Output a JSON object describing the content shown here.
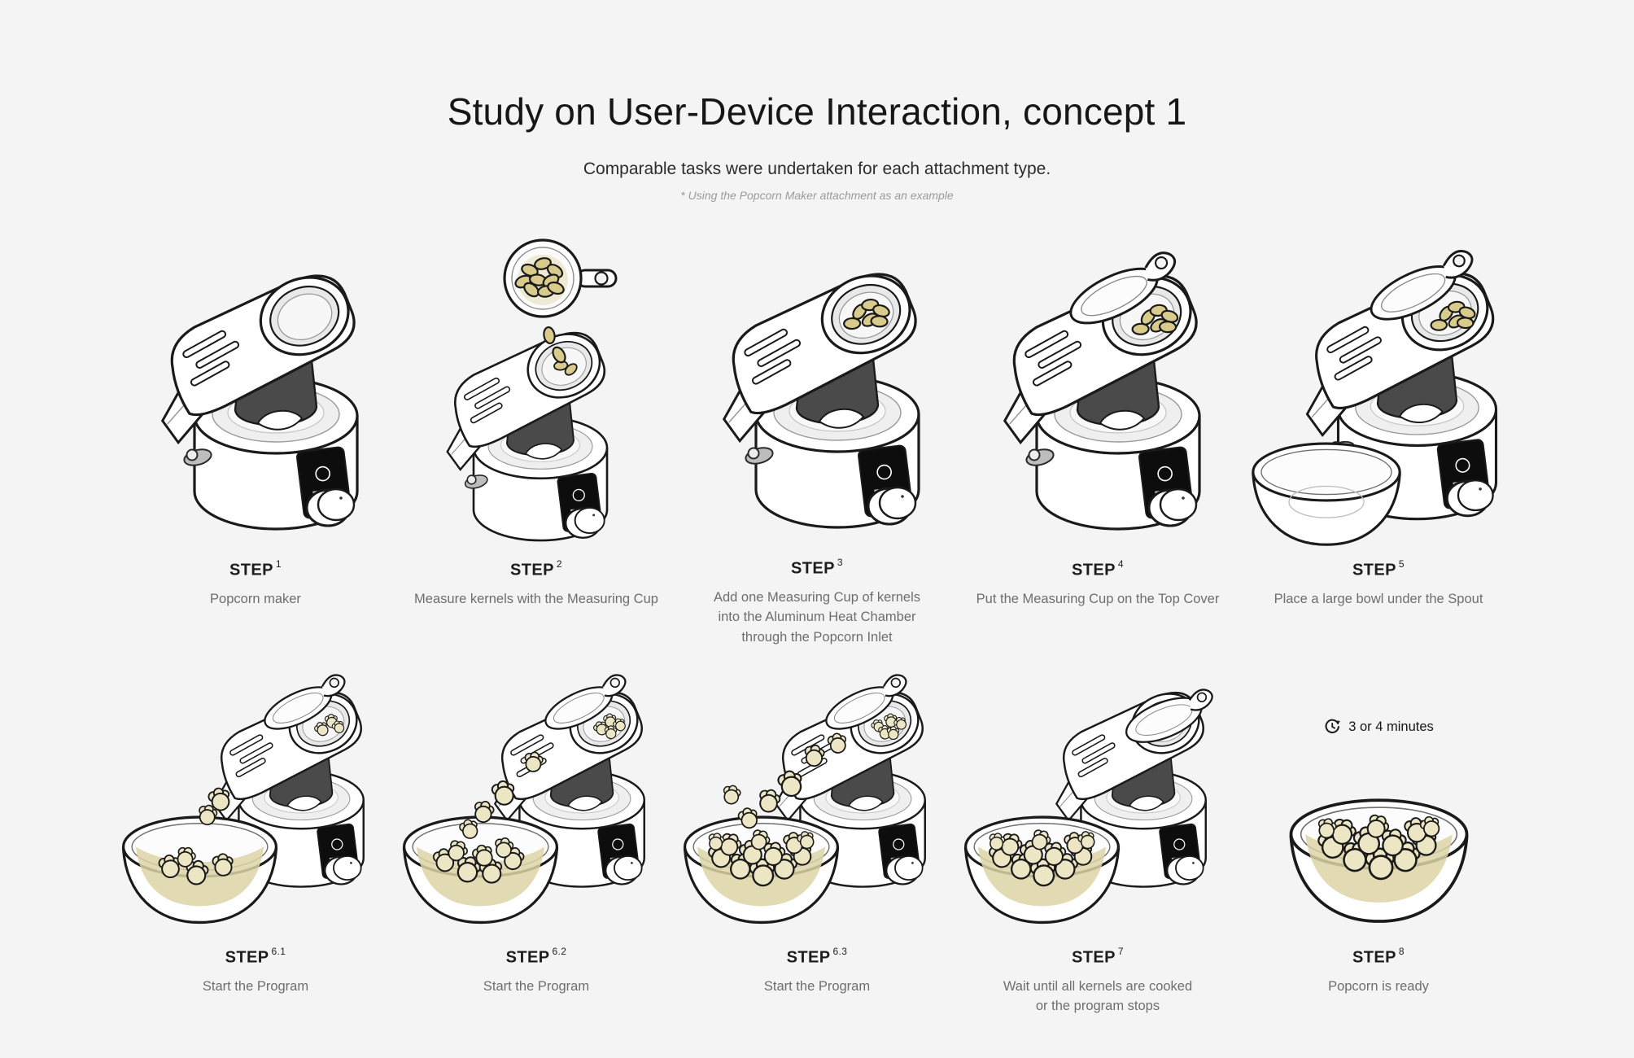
{
  "header": {
    "title": "Study on User-Device Interaction, concept 1",
    "subtitle": "Comparable tasks were undertaken for each attachment type.",
    "note": "* Using the Popcorn Maker attachment as an example"
  },
  "step_word": "STEP",
  "timer_label": "3 or 4 minutes",
  "colors": {
    "background": "#f4f4f4",
    "line": "#1a1a1a",
    "kernel": "#d8cb8c",
    "popcorn": "#ece6c5",
    "popcorn_shadow": "#ddd4a6",
    "chamber": "#4a4a4a",
    "muted_text": "#6e6e6e"
  },
  "steps": [
    {
      "number": "1",
      "row": 1,
      "illustration": "device-plain",
      "description": "Popcorn maker"
    },
    {
      "number": "2",
      "row": 1,
      "illustration": "device-measuring-cup-pour",
      "description": "Measure kernels with the Measuring Cup"
    },
    {
      "number": "3",
      "row": 1,
      "illustration": "device-kernels-in-inlet",
      "description": "Add one Measuring Cup of kernels\ninto the Aluminum Heat Chamber\nthrough the Popcorn Inlet"
    },
    {
      "number": "4",
      "row": 1,
      "illustration": "device-cup-on-cover",
      "description": "Put the Measuring Cup on the Top Cover"
    },
    {
      "number": "5",
      "row": 1,
      "illustration": "device-with-empty-bowl",
      "description": "Place a large bowl under the Spout"
    },
    {
      "number": "6.1",
      "row": 2,
      "illustration": "device-popping-stage-1",
      "description": "Start the Program"
    },
    {
      "number": "6.2",
      "row": 2,
      "illustration": "device-popping-stage-2",
      "description": "Start the Program"
    },
    {
      "number": "6.3",
      "row": 2,
      "illustration": "device-popping-stage-3",
      "description": "Start the Program"
    },
    {
      "number": "7",
      "row": 2,
      "illustration": "device-with-full-bowl",
      "description": "Wait until all kernels are cooked\nor the program stops"
    },
    {
      "number": "8",
      "row": 2,
      "illustration": "popcorn-bowl-ready",
      "description": "Popcorn is ready",
      "timer": true
    }
  ]
}
